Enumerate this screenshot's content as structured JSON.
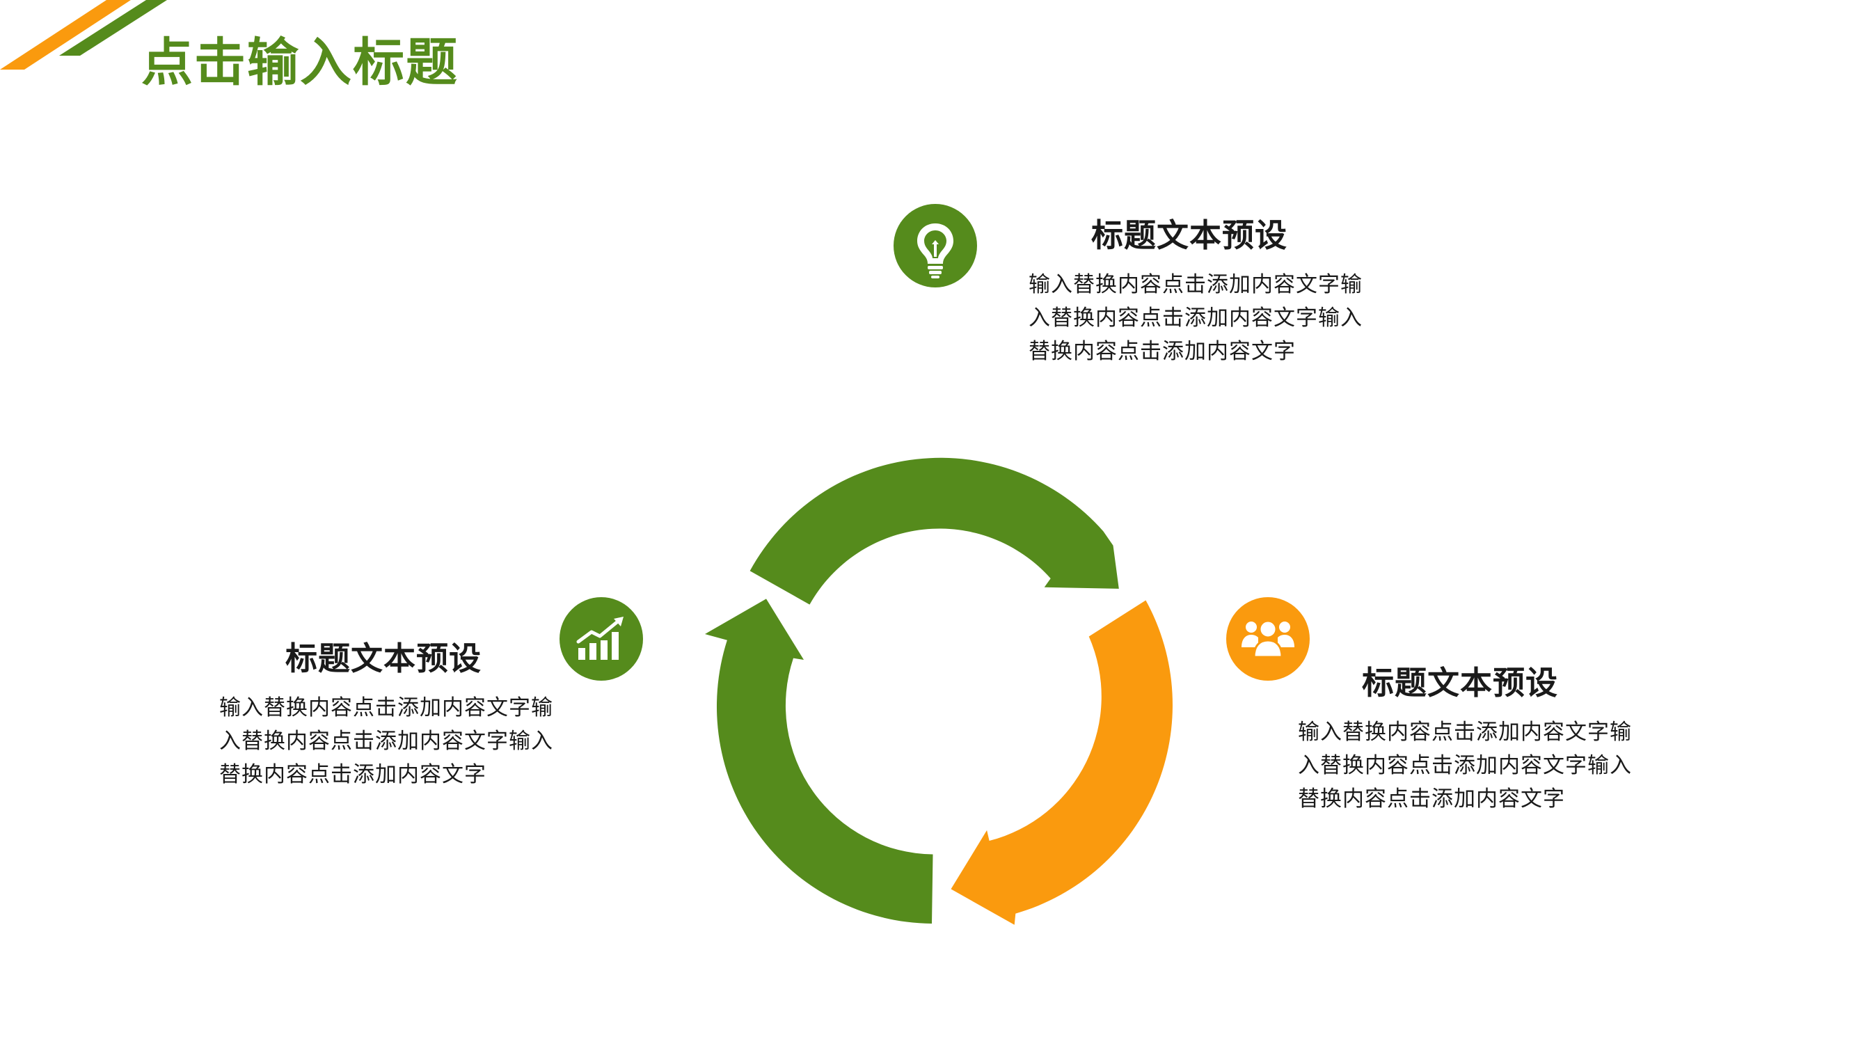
{
  "title": "点击输入标题",
  "colors": {
    "green": "#558b1c",
    "orange": "#fa9a0e",
    "text": "#1a1a1a"
  },
  "blocks": {
    "top": {
      "icon": "lightbulb-icon",
      "heading": "标题文本预设",
      "lines": [
        "输入替换内容点击添加内容文字输",
        "入替换内容点击添加内容文字输入",
        "替换内容点击添加内容文字"
      ]
    },
    "left": {
      "icon": "growth-chart-icon",
      "heading": "标题文本预设",
      "lines": [
        "输入替换内容点击添加内容文字输",
        "入替换内容点击添加内容文字输入",
        "替换内容点击添加内容文字"
      ]
    },
    "right": {
      "icon": "team-icon",
      "heading": "标题文本预设",
      "lines": [
        "输入替换内容点击添加内容文字输",
        "入替换内容点击添加内容文字输入",
        "替换内容点击添加内容文字"
      ]
    }
  }
}
